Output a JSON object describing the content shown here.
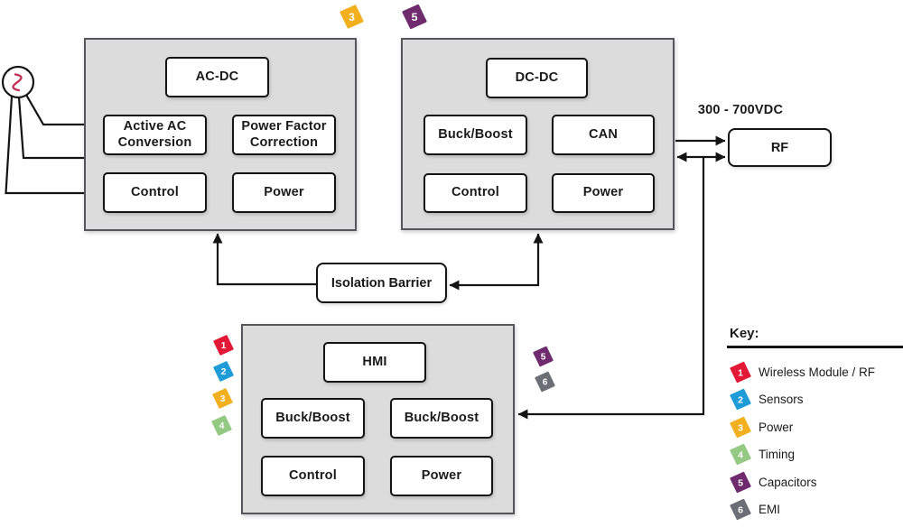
{
  "groups": {
    "acdc": {
      "title": "AC-DC",
      "cells": [
        "Active AC Conversion",
        "Power Factor Correction",
        "Control",
        "Power"
      ]
    },
    "dcdc": {
      "title": "DC-DC",
      "cells": [
        "Buck/Boost",
        "CAN",
        "Control",
        "Power"
      ]
    },
    "hmi": {
      "title": "HMI",
      "cells": [
        "Buck/Boost",
        "Buck/Boost",
        "Control",
        "Power"
      ]
    }
  },
  "nodes": {
    "rf": "RF",
    "isolation": "Isolation Barrier"
  },
  "labels": {
    "voltage": "300 - 700VDC"
  },
  "icons": {
    "ac_source": "ac-sine-source-icon"
  },
  "badges": {
    "acdc": [
      {
        "num": "3",
        "color": "#F2B01E"
      }
    ],
    "dcdc": [
      {
        "num": "5",
        "color": "#6F2B6E"
      }
    ],
    "hmi_left": [
      {
        "num": "1",
        "color": "#E31837"
      },
      {
        "num": "2",
        "color": "#1E9CD8"
      },
      {
        "num": "3",
        "color": "#F2B01E"
      },
      {
        "num": "4",
        "color": "#94C983"
      }
    ],
    "hmi_right": [
      {
        "num": "5",
        "color": "#6F2B6E"
      },
      {
        "num": "6",
        "color": "#6B6F75"
      }
    ]
  },
  "key": {
    "title": "Key:",
    "items": [
      {
        "num": "1",
        "color": "#E31837",
        "label": "Wireless Module / RF"
      },
      {
        "num": "2",
        "color": "#1E9CD8",
        "label": "Sensors"
      },
      {
        "num": "3",
        "color": "#F2B01E",
        "label": "Power"
      },
      {
        "num": "4",
        "color": "#94C983",
        "label": "Timing"
      },
      {
        "num": "5",
        "color": "#6F2B6E",
        "label": "Capacitors"
      },
      {
        "num": "6",
        "color": "#6B6F75",
        "label": "EMI"
      }
    ]
  }
}
